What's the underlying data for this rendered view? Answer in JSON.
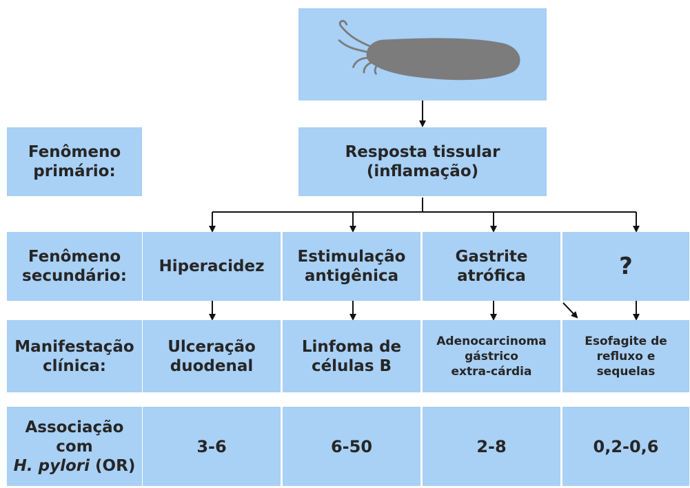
{
  "top": {
    "illustration": "helicobacter-pylori-bacterium",
    "primary_box": "Resposta tissular\n(inflamação)"
  },
  "rows": {
    "primary_label": "Fenômeno\nprimário:",
    "secondary_label": "Fenômeno\nsecundário:",
    "clinical_label": "Manifestação\nclínica:",
    "association_label": {
      "line1": "Associação",
      "line2": "com",
      "species": "H. pylori",
      "suffix": " (OR)"
    }
  },
  "columns": [
    {
      "secondary": "Hiperacidez",
      "clinical": "Ulceração\nduodenal",
      "association": "3-6"
    },
    {
      "secondary": "Estimulação\nantigênica",
      "clinical": "Linfoma de\ncélulas B",
      "association": "6-50"
    },
    {
      "secondary": "Gastrite\natrófica",
      "clinical": "Adenocarcinoma\ngástrico\nextra-cárdia",
      "association": "2-8"
    },
    {
      "secondary": "?",
      "clinical": "Esofagite de\nrefluxo e\nsequelas",
      "association": "0,2-0,6"
    }
  ],
  "colors": {
    "box_fill": "#a9d0f5",
    "arrow": "#111111",
    "bacterium": "#7c7c7c"
  }
}
